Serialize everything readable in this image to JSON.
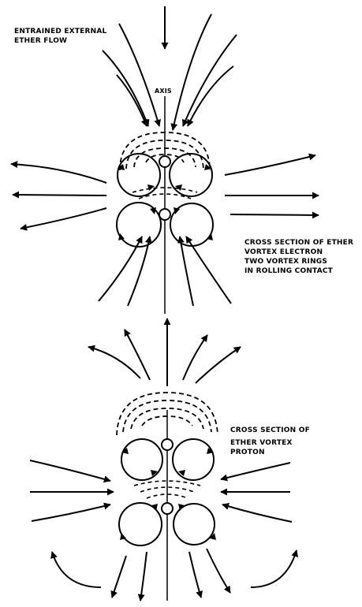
{
  "labels": {
    "flow_line1": "ENTRAINED EXTERNAL",
    "flow_line2": "ETHER FLOW",
    "axis": "AXIS",
    "electron_line1": "CROSS SECTION OF ETHER",
    "electron_line2": "VORTEX ELECTRON",
    "electron_line3": "TWO VORTEX RINGS",
    "electron_line4": "IN ROLLING CONTACT",
    "proton_line1": "CROSS SECTION OF",
    "proton_line2": "ETHER VORTEX",
    "proton_line3": "PROTON"
  },
  "colors": {
    "ink": "#000000",
    "background": "#ffffff"
  }
}
